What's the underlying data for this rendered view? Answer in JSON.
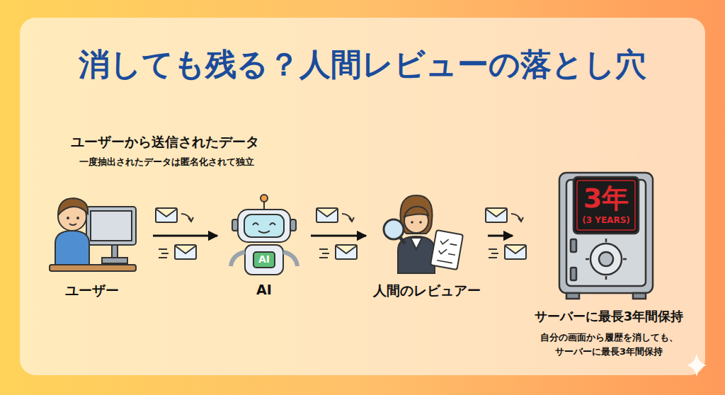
{
  "diagram": {
    "title": "消しても残る？人間レビューの落とし穴",
    "nodes": [
      {
        "text": [
          "ユーザー"
        ]
      },
      {
        "text": [
          "AI"
        ]
      },
      {
        "text": [
          "人間のレビュアー"
        ]
      },
      {
        "text": [
          "サーバーに最長3年間保持",
          "自分の画面から履歴を消しても、 サーバーに最長3年間保持"
        ]
      }
    ],
    "edges": [
      {
        "from": 0,
        "to": 1,
        "arrow": "to"
      },
      {
        "from": 1,
        "to": 2,
        "arrow": "to"
      },
      {
        "from": 2,
        "to": 3,
        "arrow": "to"
      }
    ],
    "labels": [
      "ユーザーから送信されたデータ",
      "一度抽出されたデータは匿名化されて独立",
      "AI",
      "3年",
      "(3 YEARS)"
    ]
  }
}
